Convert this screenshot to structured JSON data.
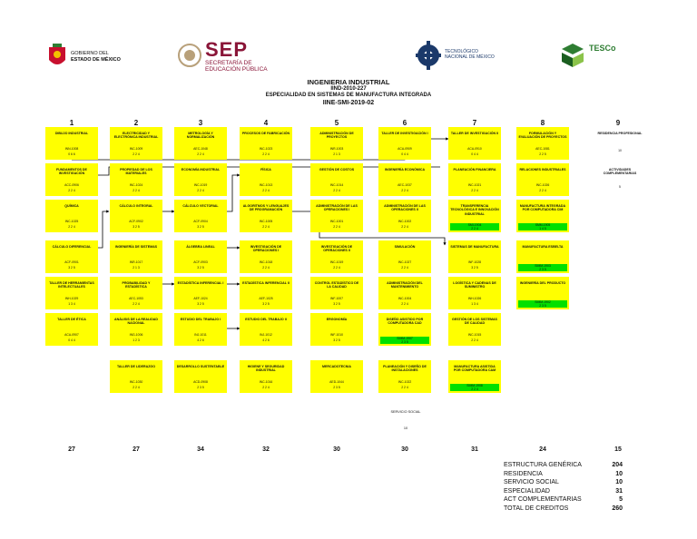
{
  "logos": {
    "edomex": [
      "GOBIERNO DEL",
      "ESTADO DE MÉXICO"
    ],
    "sep": {
      "big": "SEP",
      "line1": "SECRETARÍA DE",
      "line2": "EDUCACIÓN PÚBLICA"
    },
    "tecnm": [
      "TECNOLÓGICO",
      "NACIONAL DE MÉXICO"
    ],
    "tesco": "TESCo"
  },
  "header": {
    "title": "INGENIERIA INDUSTRIAL",
    "plan": "IIND-2010-227",
    "specialty": "ESPECIALIDAD EN SISTEMAS DE MANUFACTURA INTEGRADA",
    "key": "IINE-SMI-2019-02"
  },
  "columns": [
    "1",
    "2",
    "3",
    "4",
    "5",
    "6",
    "7",
    "8",
    "9"
  ],
  "subjects": [
    {
      "col": 1,
      "row": 1,
      "title": "DIBUJO INDUSTRIAL",
      "code": "INN-1008",
      "credits": "0 6 6"
    },
    {
      "col": 1,
      "row": 2,
      "title": "FUNDAMENTOS DE INVESTIGACIÓN",
      "code": "ACC-0906",
      "credits": "2 2 4"
    },
    {
      "col": 1,
      "row": 3,
      "title": "QUÍMICA",
      "code": "INC-1025",
      "credits": "2 2 4"
    },
    {
      "col": 1,
      "row": 4,
      "title": "CÁLCULO DIFERENCIAL",
      "code": "ACF-0901",
      "credits": "3 2 5"
    },
    {
      "col": 1,
      "row": 5,
      "title": "TALLER DE HERRAMIENTAS INTELECTUALES",
      "code": "INH-1029",
      "credits": "1 3 4"
    },
    {
      "col": 1,
      "row": 6,
      "title": "TALLER DE ÉTICA",
      "code": "ACA-0907",
      "credits": "0 4 4"
    },
    {
      "col": 2,
      "row": 1,
      "title": "ELECTRICIDAD Y ELECTRÓNICA INDUSTRIAL",
      "code": "INC-1009",
      "credits": "2 2 4"
    },
    {
      "col": 2,
      "row": 2,
      "title": "PROPIEDAD DE LOS MATERIALES",
      "code": "INC-1024",
      "credits": "2 2 4"
    },
    {
      "col": 2,
      "row": 3,
      "title": "CÁLCULO INTEGRAL",
      "code": "ACF-0902",
      "credits": "3 2 5"
    },
    {
      "col": 2,
      "row": 4,
      "title": "INGENIERÍA DE SISTEMAS",
      "code": "INR-1017",
      "credits": "2 1 3"
    },
    {
      "col": 2,
      "row": 5,
      "title": "PROBABILIDAD Y ESTADÍSTICA",
      "code": "AEC-1053",
      "credits": "2 2 4"
    },
    {
      "col": 2,
      "row": 6,
      "title": "ANÁLISIS DE LA REALIDAD NACIONAL",
      "code": "ING-1006",
      "credits": "1 2 3"
    },
    {
      "col": 2,
      "row": 7,
      "title": "TALLER DE LIDERAZGO",
      "code": "INC-1030",
      "credits": "2 2 4"
    },
    {
      "col": 3,
      "row": 1,
      "title": "METROLOGÍA Y NORMALIZACIÓN",
      "code": "AEC-1048",
      "credits": "2 2 4"
    },
    {
      "col": 3,
      "row": 2,
      "title": "ECONOMÍA INDUSTRIAL",
      "code": "INC-1019",
      "credits": "2 2 4"
    },
    {
      "col": 3,
      "row": 3,
      "title": "CÁLCULO VECTORIAL",
      "code": "ACF-0904",
      "credits": "3 2 5"
    },
    {
      "col": 3,
      "row": 4,
      "title": "ÁLGEBRA LINEAL",
      "code": "ACF-0903",
      "credits": "3 2 5"
    },
    {
      "col": 3,
      "row": 5,
      "title": "ESTADÍSTICA INFERENCIAL I",
      "code": "AEF-1024",
      "credits": "3 2 5"
    },
    {
      "col": 3,
      "row": 6,
      "title": "ESTUDIO DEL TRABAJO I",
      "code": "INJ-1011",
      "credits": "4 2 6"
    },
    {
      "col": 3,
      "row": 7,
      "title": "DESARROLLO SUSTENTABLE",
      "code": "ACD-0908",
      "credits": "2 3 5"
    },
    {
      "col": 4,
      "row": 1,
      "title": "PROCESOS DE FABRICACIÓN",
      "code": "INC-1023",
      "credits": "2 2 4"
    },
    {
      "col": 4,
      "row": 2,
      "title": "FÍSICA",
      "code": "INC-1013",
      "credits": "2 2 4"
    },
    {
      "col": 4,
      "row": 3,
      "title": "ALGORITMOS Y LENGUAJES DE PROGRAMACIÓN",
      "code": "INC-1005",
      "credits": "2 2 4"
    },
    {
      "col": 4,
      "row": 4,
      "title": "INVESTIGACIÓN DE OPERACIONES I",
      "code": "INC-1018",
      "credits": "2 2 4"
    },
    {
      "col": 4,
      "row": 5,
      "title": "ESTADÍSTICA INFERENCIAL II",
      "code": "AEF-1025",
      "credits": "3 2 5"
    },
    {
      "col": 4,
      "row": 6,
      "title": "ESTUDIO DEL TRABAJO II",
      "code": "INJ-1012",
      "credits": "4 2 6"
    },
    {
      "col": 4,
      "row": 7,
      "title": "HIGIENE Y SEGURIDAD INDUSTRIAL",
      "code": "INC-1016",
      "credits": "2 2 4"
    },
    {
      "col": 5,
      "row": 1,
      "title": "ADMINISTRACIÓN DE PROYECTOS",
      "code": "INR-1003",
      "credits": "2 1 3"
    },
    {
      "col": 5,
      "row": 2,
      "title": "GESTIÓN DE COSTOS",
      "code": "INC-1014",
      "credits": "2 2 4"
    },
    {
      "col": 5,
      "row": 3,
      "title": "ADMINISTRACIÓN DE LAS OPERACIONES I",
      "code": "INC-1001",
      "credits": "2 2 4"
    },
    {
      "col": 5,
      "row": 4,
      "title": "INVESTIGACIÓN DE OPERACIONES II",
      "code": "INC-1019",
      "credits": "2 2 4"
    },
    {
      "col": 5,
      "row": 5,
      "title": "CONTROL ESTADÍSTICO DE LA CALIDAD",
      "code": "INF-1007",
      "credits": "3 2 5"
    },
    {
      "col": 5,
      "row": 6,
      "title": "ERGONOMÍA",
      "code": "INF-1010",
      "credits": "3 2 5"
    },
    {
      "col": 5,
      "row": 7,
      "title": "MERCADOTECNIA",
      "code": "AED-1044",
      "credits": "2 3 5"
    },
    {
      "col": 6,
      "row": 1,
      "title": "TALLER DE INVESTIGACIÓN I",
      "code": "ACA-0909",
      "credits": "0 4 4"
    },
    {
      "col": 6,
      "row": 2,
      "title": "INGENIERÍA ECONÓMICA",
      "code": "AEC-1037",
      "credits": "2 2 4"
    },
    {
      "col": 6,
      "row": 3,
      "title": "ADMINISTRACIÓN DE LAS OPERACIONES II",
      "code": "INC-1002",
      "credits": "2 2 4"
    },
    {
      "col": 6,
      "row": 4,
      "title": "SIMULACIÓN",
      "code": "INC-1027",
      "credits": "2 2 4"
    },
    {
      "col": 6,
      "row": 5,
      "title": "ADMINISTRACIÓN DEL MANTENIMIENTO",
      "code": "INC-1004",
      "credits": "2 2 4"
    },
    {
      "col": 6,
      "row": 6,
      "title": "DISEÑO ASISTIDO POR COMPUTADORA CAD",
      "code": "SIMM-1907",
      "credits": "2 3 5",
      "green": true
    },
    {
      "col": 6,
      "row": 7,
      "title": "PLANEACIÓN Y DISEÑO DE INSTALACIONES",
      "code": "INC-1022",
      "credits": "2 2 4"
    },
    {
      "col": 7,
      "row": 1,
      "title": "TALLER DE INVESTIGACIÓN II",
      "code": "ACA-0910",
      "credits": "0 4 4"
    },
    {
      "col": 7,
      "row": 2,
      "title": "PLANEACIÓN FINANCIERA",
      "code": "INC-1021",
      "credits": "2 2 4"
    },
    {
      "col": 7,
      "row": 3,
      "title": "TRANSFERENCIA TECNOLÓGICA E INNOVACIÓN INDUSTRIAL",
      "code": "SMI-1904",
      "credits": "2 2 4",
      "green": true
    },
    {
      "col": 7,
      "row": 4,
      "title": "SISTEMAS DE MANUFACTURA",
      "code": "INF-1028",
      "credits": "3 2 5"
    },
    {
      "col": 7,
      "row": 5,
      "title": "LOGÍSTICA Y CADENAS DE SUMINISTRO",
      "code": "INH-1026",
      "credits": "1 3 4"
    },
    {
      "col": 7,
      "row": 6,
      "title": "GESTIÓN DE LOS SISTEMAS DE CALIDAD",
      "code": "INC-1015",
      "credits": "2 2 4"
    },
    {
      "col": 7,
      "row": 7,
      "title": "MANUFACTURA ASISTIDA POR COMPUTADORA CAM",
      "code": "SIMM-1908",
      "credits": "2 2 4",
      "green": true
    },
    {
      "col": 8,
      "row": 1,
      "title": "FORMULACIÓN Y EVALUACIÓN DE PROYECTOS",
      "code": "AEC-1081",
      "credits": "2 2 5"
    },
    {
      "col": 8,
      "row": 2,
      "title": "RELACIONES INDUSTRIALES",
      "code": "INC-1026",
      "credits": "2 2 4"
    },
    {
      "col": 8,
      "row": 3,
      "title": "MANUFACTURA INTEGRADA POR COMPUTADORA CIM",
      "code": "SMM-1905",
      "credits": "1 4 5",
      "green": true
    },
    {
      "col": 8,
      "row": 4,
      "title": "MANUFACTURA ESBELTA",
      "code": "SIMM-1903",
      "credits": "2 3 5",
      "green": true
    },
    {
      "col": 8,
      "row": 5,
      "title": "INGENIERÍA DEL PRODUCTO",
      "code": "SIMM-1902",
      "credits": "2 3 5",
      "green": true
    },
    {
      "col": 9,
      "row": 1,
      "title": "RESIDENCIA PROFESIONAL",
      "code": "",
      "credits": "10"
    },
    {
      "col": 9,
      "row": 2,
      "title": "ACTIVIDADES COMPLEMENTARIAS",
      "code": "",
      "credits": "5"
    }
  ],
  "service": {
    "label": "SERVICIO SOCIAL",
    "credits": "10"
  },
  "column_totals": [
    "27",
    "27",
    "34",
    "32",
    "30",
    "30",
    "31",
    "24",
    "15"
  ],
  "summary": [
    {
      "label": "ESTRUCTURA GENÉRICA",
      "value": "204"
    },
    {
      "label": "RESIDENCIA",
      "value": "10"
    },
    {
      "label": "SERVICIO SOCIAL",
      "value": "10"
    },
    {
      "label": "ESPECIALIDAD",
      "value": "31"
    },
    {
      "label": "ACT COMPLEMENTARIAS",
      "value": "5"
    },
    {
      "label": "TOTAL DE CREDITOS",
      "value": "260"
    }
  ],
  "colors": {
    "card": "#ffff00",
    "specialty": "#00e000"
  }
}
